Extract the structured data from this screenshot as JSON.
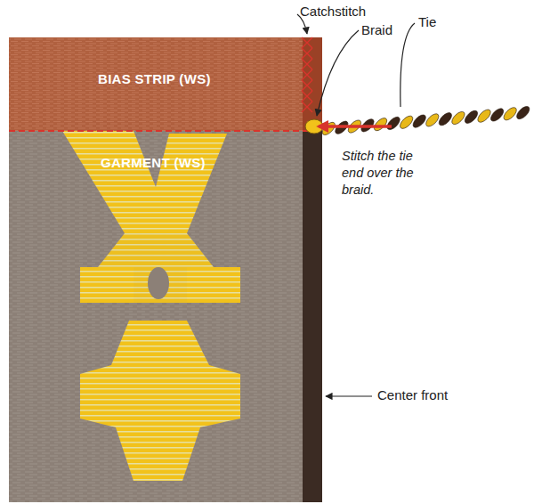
{
  "diagram": {
    "nodes": [
      {
        "text": [
          "BIAS STRIP (WS)"
        ]
      },
      {
        "text": [
          "GARMENT (WS)"
        ]
      }
    ],
    "labels": [
      "Catchstitch",
      "Braid",
      "Tie",
      "Stitch the tie end over the braid.",
      "Center front"
    ]
  }
}
